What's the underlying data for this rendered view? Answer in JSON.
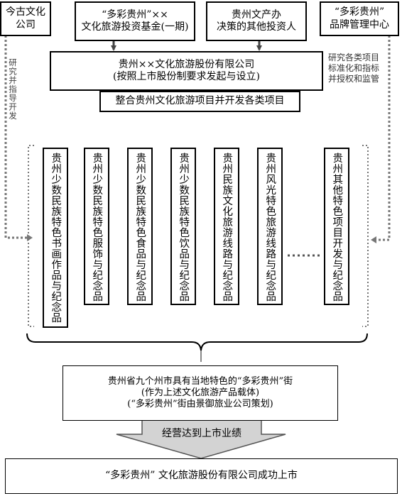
{
  "top_boxes": [
    {
      "id": "jingu",
      "lines": [
        "今古文化",
        "公司"
      ]
    },
    {
      "id": "fund",
      "lines": [
        "“多彩贵州”××",
        "文化旅游投资基金(一期)"
      ]
    },
    {
      "id": "decision",
      "lines": [
        "贵州文产办",
        "决策的其他投资人"
      ]
    },
    {
      "id": "brand",
      "lines": [
        "“多彩贵州”",
        "品牌管理中心"
      ]
    }
  ],
  "company_box": {
    "lines": [
      "贵州××文化旅游股份有限公司",
      "(按照上市股份制要求发起与设立)"
    ]
  },
  "integrate_box": {
    "text": "整合贵州文化旅游项目并开发各类项目"
  },
  "left_side_label": "研究并指导开发",
  "right_side_label": [
    "研究各类项目",
    "标准化和指标",
    "并授权和监管"
  ],
  "project_boxes": [
    "贵州少数民族特色书画作品与纪念品",
    "贵州少数民族特色服饰与纪念品",
    "贵州少数民族特色食品与纪念品",
    "贵州少数民族特色饮品与纪念品",
    "贵州民族文化旅游线路与纪念品",
    "贵州风光特色旅游线路与纪念品",
    "贵州其他特色项目开发与纪念品"
  ],
  "street_box": {
    "lines": [
      "贵州省九个州市具有当地特色的“多彩贵州”街",
      "(作为上述文化旅游产品载体)",
      "(“多彩贵州”街由景御旅业公司策划)"
    ]
  },
  "arrow_label": "经营达到上市业绩",
  "final_box": {
    "text": "“多彩贵州” 文化旅游股份有限公司成功上市"
  }
}
